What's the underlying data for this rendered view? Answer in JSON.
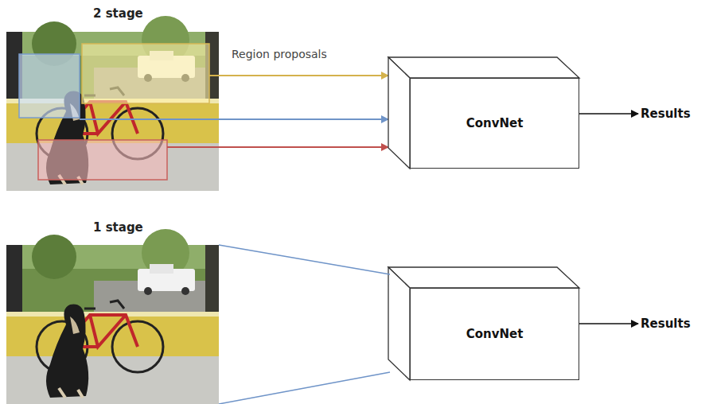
{
  "diagram": {
    "nodes": [
      {
        "text": [
          "ConvNet"
        ]
      },
      {
        "text": [
          "Results"
        ]
      },
      {
        "text": [
          "ConvNet"
        ]
      },
      {
        "text": [
          "Results"
        ]
      }
    ],
    "edges": [
      {
        "from": 0,
        "to": 1,
        "arrow": "to"
      },
      {
        "from": 2,
        "to": 3,
        "arrow": "to"
      }
    ],
    "labels": [
      "2 stage",
      "Region proposals",
      "1 stage"
    ]
  }
}
